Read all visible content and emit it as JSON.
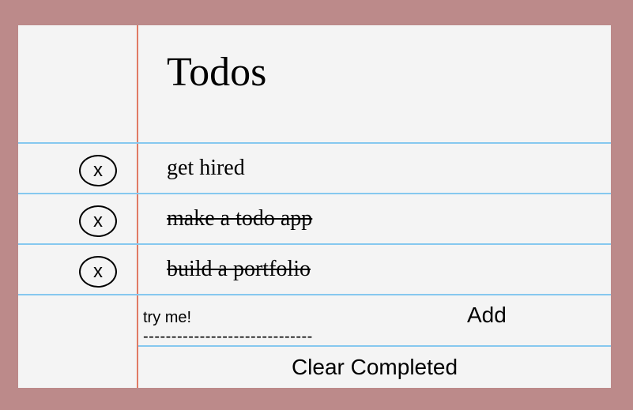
{
  "app": {
    "title": "Todos"
  },
  "todos": [
    {
      "text": "get hired",
      "completed": false,
      "delete_label": "x"
    },
    {
      "text": "make a todo app",
      "completed": true,
      "delete_label": "x"
    },
    {
      "text": "build a portfolio",
      "completed": true,
      "delete_label": "x"
    }
  ],
  "new_todo": {
    "value": "try me!",
    "underline": "------------------------------",
    "add_label": "Add"
  },
  "footer": {
    "clear_label": "Clear Completed"
  },
  "colors": {
    "background": "#bc8a8a",
    "paper": "#f4f4f4",
    "margin_line": "#e07a64",
    "ruled_line": "#86c8ef"
  }
}
